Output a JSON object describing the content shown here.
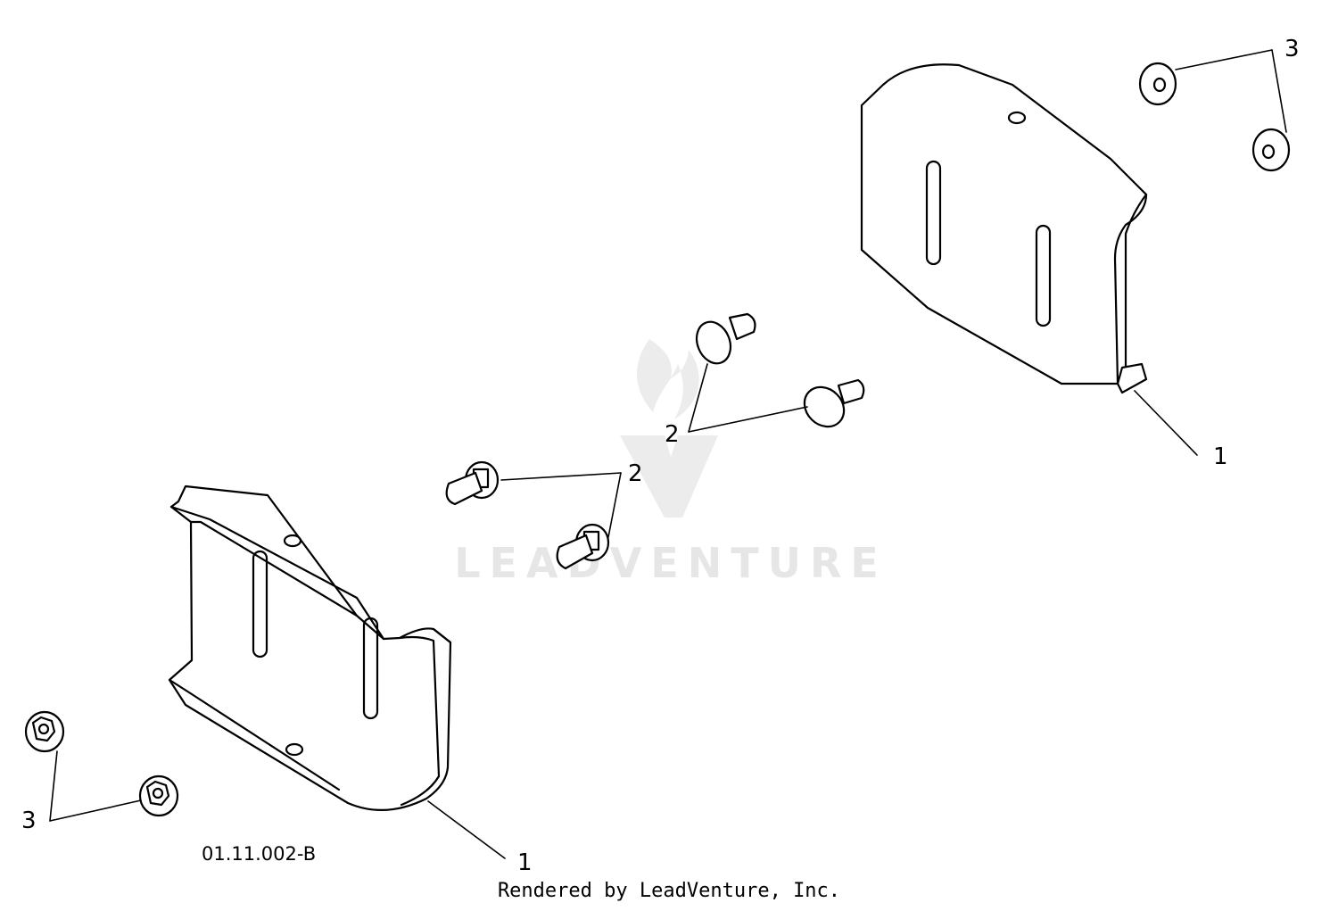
{
  "diagram": {
    "drawing_code": "01.11.002-B",
    "watermark": "LEADVENTURE",
    "callouts": {
      "shoe_left": "1",
      "shoe_right": "1",
      "bolts_upper": "2",
      "bolts_lower": "2",
      "nuts_upper": "3",
      "nuts_lower": "3"
    }
  },
  "footer": {
    "text": "Rendered by LeadVenture, Inc."
  }
}
